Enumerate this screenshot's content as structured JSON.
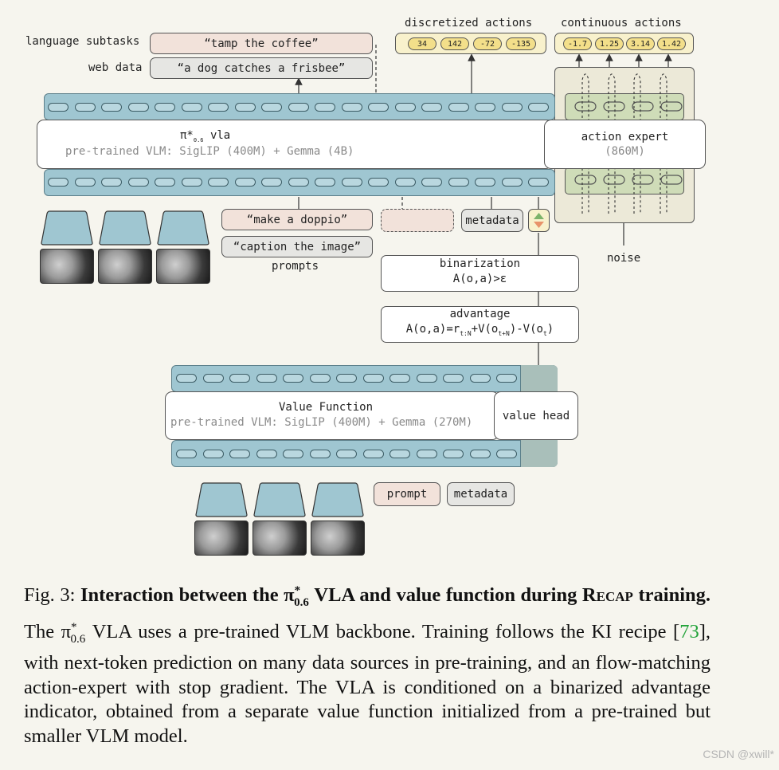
{
  "labels": {
    "language_subtasks": "language subtasks",
    "web_data": "web data",
    "discretized_actions": "discretized actions",
    "continuous_actions": "continuous actions",
    "prompts": "prompts",
    "noise": "noise"
  },
  "subtask_text": "“tamp the coffee”",
  "webdata_text": "“a dog catches a frisbee”",
  "discretized_values": [
    "34",
    "142",
    "-72",
    "-135"
  ],
  "continuous_values": [
    "-1.7",
    "1.25",
    "3.14",
    "1.42"
  ],
  "vla": {
    "title_pi": "π*",
    "title_sub": "0.6",
    "title_rest": " vla",
    "subtitle": "pre-trained VLM: SigLIP (400M) + Gemma (4B)"
  },
  "action_expert": {
    "title": "action expert",
    "size": "(860M)"
  },
  "prompt1": "“make a doppio”",
  "prompt2": "“caption the image”",
  "metadata": "metadata",
  "binarization": {
    "title": "binarization",
    "formula": "A(o,a)>ε"
  },
  "advantage": {
    "title": "advantage",
    "formula_a": "A(o,a)=r",
    "formula_a_sub": "t:N",
    "formula_b": "+V(o",
    "formula_b_sub": "t+N",
    "formula_c": ")-V(o",
    "formula_c_sub": "t",
    "formula_d": ")"
  },
  "value_function": {
    "title": "Value Function",
    "subtitle": "pre-trained VLM: SigLIP (400M) + Gemma (270M)",
    "head": "value head"
  },
  "vf_prompt": "prompt",
  "vf_metadata": "metadata",
  "caption": {
    "fig": "Fig. 3: ",
    "bold1": "Interaction between the π",
    "bold_sup": "*",
    "bold_sub": "0.6",
    "bold2": " VLA and value function during ",
    "recap": "Recap",
    "bold3": " training.",
    "t1": " The π",
    "t1_sup": "*",
    "t1_sub": "0.6",
    "t2": " VLA uses a pre-trained VLM backbone. Training follows the KI recipe [",
    "ref": "73",
    "t3": "], with next-token prediction on many data sources in pre-training, and an flow-matching action-expert with stop gradient. The VLA is conditioned on a binarized advantage indicator, obtained from a separate value function initialized from a pre-trained but smaller VLM model."
  },
  "watermark": "CSDN @xwill*"
}
